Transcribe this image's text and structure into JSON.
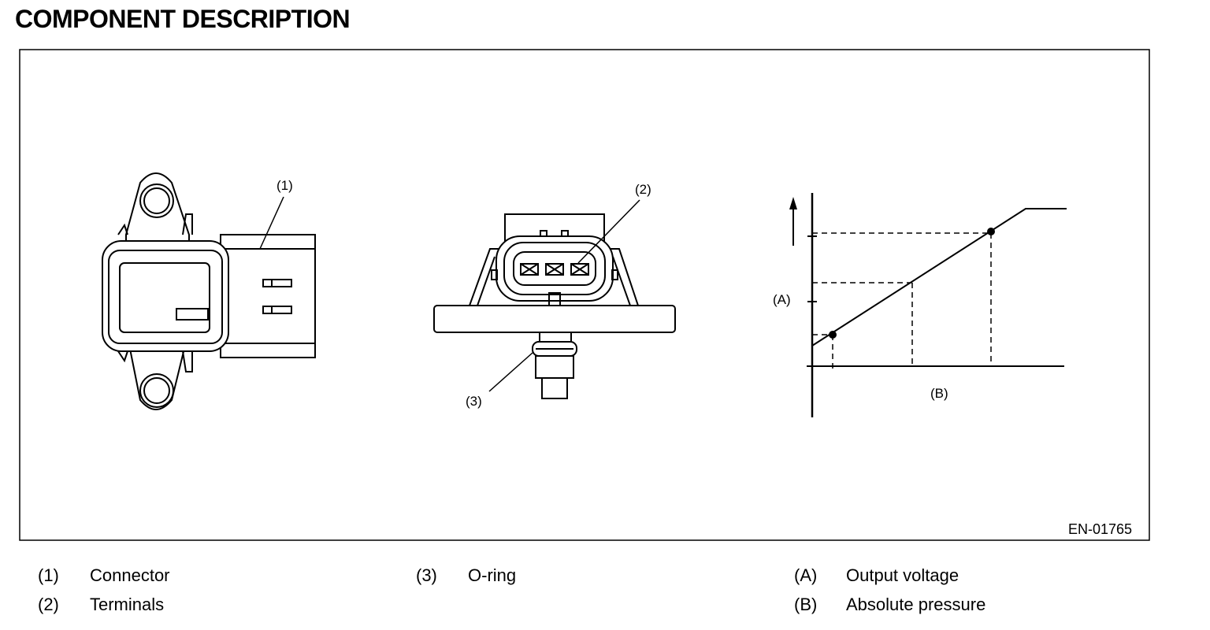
{
  "page_title": "COMPONENT DESCRIPTION",
  "figure": {
    "code": "EN-01765",
    "callouts": {
      "connector": "(1)",
      "terminals": "(2)",
      "o_ring": "(3)",
      "output_voltage": "(A)",
      "absolute_pressure": "(B)"
    }
  },
  "legend": {
    "col1": [
      {
        "num": "(1)",
        "label": "Connector"
      },
      {
        "num": "(2)",
        "label": "Terminals"
      }
    ],
    "col2": [
      {
        "num": "(3)",
        "label": "O-ring"
      }
    ],
    "col3": [
      {
        "num": "(A)",
        "label": "Output voltage"
      },
      {
        "num": "(B)",
        "label": "Absolute pressure"
      }
    ]
  }
}
